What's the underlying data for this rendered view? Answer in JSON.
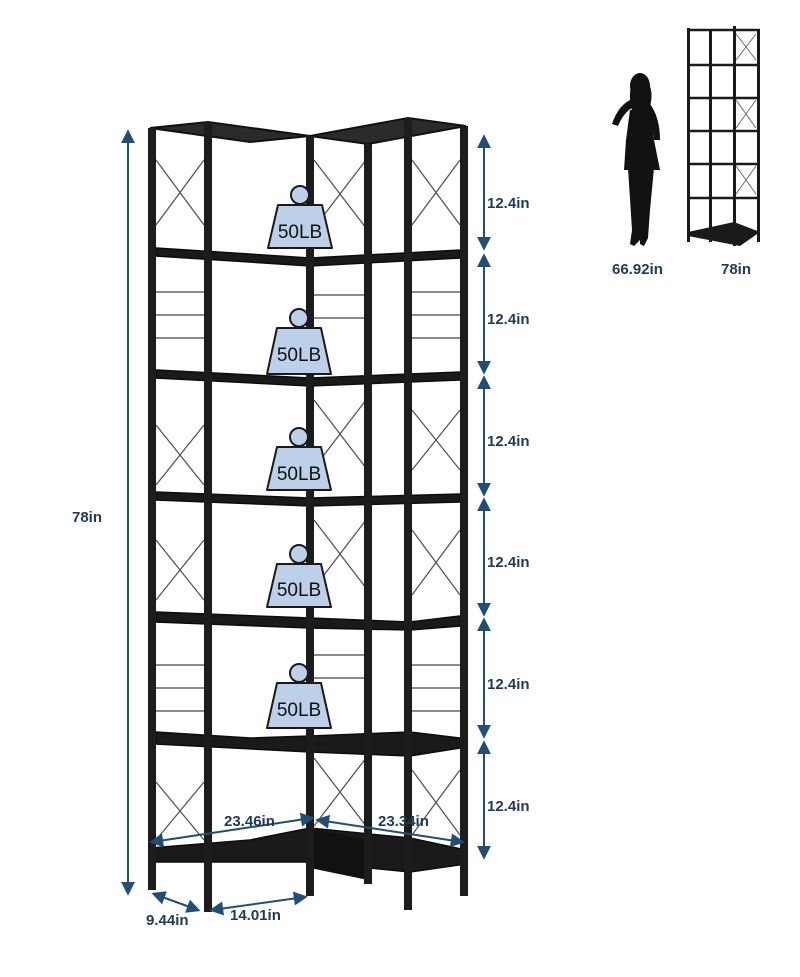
{
  "colors": {
    "dimension": "#1f4e79",
    "dimension_text": "#1f3a5a",
    "frame": "#1c1c1c",
    "shelf": "#161616",
    "weight_tag": "#bcd0ea"
  },
  "dimensions": {
    "total_height": "78in",
    "shelf_spacing": [
      "12.4in",
      "12.4in",
      "12.4in",
      "12.4in",
      "12.4in",
      "12.4in"
    ],
    "left_width": "23.46in",
    "right_width": "23.34in",
    "depth": "9.44in",
    "front_width": "14.01in"
  },
  "weight_tags": [
    "50LB",
    "50LB",
    "50LB",
    "50LB",
    "50LB"
  ],
  "reference": {
    "person_height": "66.92in",
    "shelf_height": "78in",
    "person_icon": "woman-silhouette-icon",
    "shelf_icon": "corner-shelf-thumbnail-icon"
  }
}
